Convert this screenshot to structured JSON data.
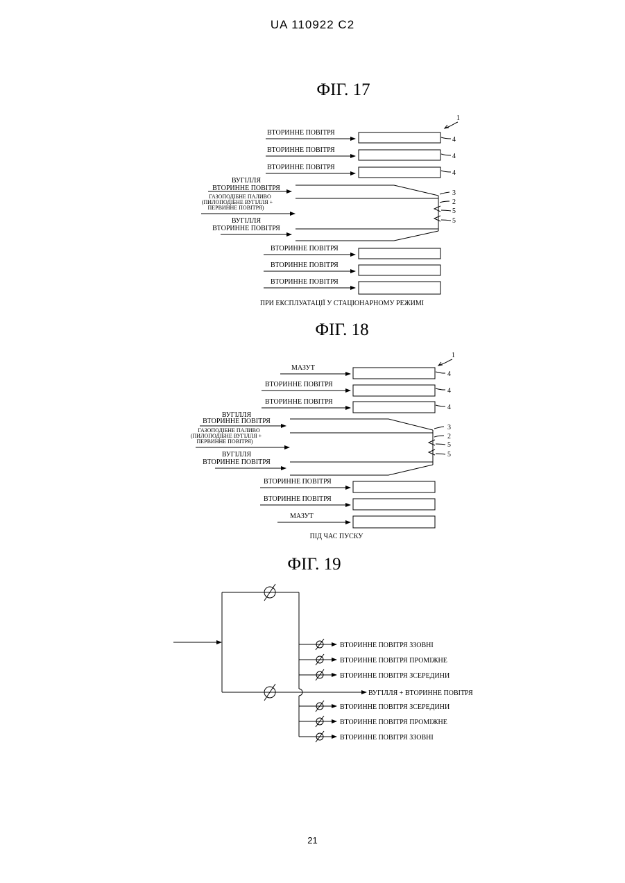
{
  "header": {
    "doc_id": "UA   110922   C2"
  },
  "page_number": "21",
  "fig17": {
    "title": "ФІГ. 17",
    "ref": "1",
    "secondary_air": "ВТОРИННЕ ПОВІТРЯ",
    "coal": "ВУГІЛЛЯ",
    "gas_fuel_1": "ГАЗОПОДІБНЕ ПАЛИВО",
    "gas_fuel_2": "(ПИЛОПОДІБНЕ ВУГІЛЛЯ +",
    "gas_fuel_3": "ПЕРВИННЕ ПОВІТРЯ)",
    "n4": "4",
    "n3": "3",
    "n2": "2",
    "n5": "5",
    "caption": "ПРИ ЕКСПЛУАТАЦІЇ У СТАЦІОНАРНОМУ РЕЖИМІ"
  },
  "fig18": {
    "title": "ФІГ. 18",
    "ref": "1",
    "mazut": "МАЗУТ",
    "secondary_air": "ВТОРИННЕ ПОВІТРЯ",
    "coal": "ВУГІЛЛЯ",
    "gas_fuel_1": "ГАЗОПОДІБНЕ ПАЛИВО",
    "gas_fuel_2": "(ПИЛОПОДІБНЕ ВУГІЛЛЯ +",
    "gas_fuel_3": "ПЕРВИННЕ ПОВІТРЯ)",
    "n4": "4",
    "n3": "3",
    "n2": "2",
    "n5": "5",
    "caption": "ПІД ЧАС ПУСКУ"
  },
  "fig19": {
    "title": "ФІГ. 19",
    "outputs_top": [
      "ВТОРИННЕ ПОВІТРЯ ЗЗОВНІ",
      "ВТОРИННЕ ПОВІТРЯ ПРОМІЖНЕ",
      "ВТОРИННЕ ПОВІТРЯ ЗСЕРЕДИНИ"
    ],
    "output_main": "ВУГІЛЛЯ + ВТОРИННЕ ПОВІТРЯ",
    "outputs_bottom": [
      "ВТОРИННЕ ПОВІТРЯ ЗСЕРЕДИНИ",
      "ВТОРИННЕ ПОВІТРЯ ПРОМІЖНЕ",
      "ВТОРИННЕ ПОВІТРЯ ЗЗОВНІ"
    ]
  }
}
